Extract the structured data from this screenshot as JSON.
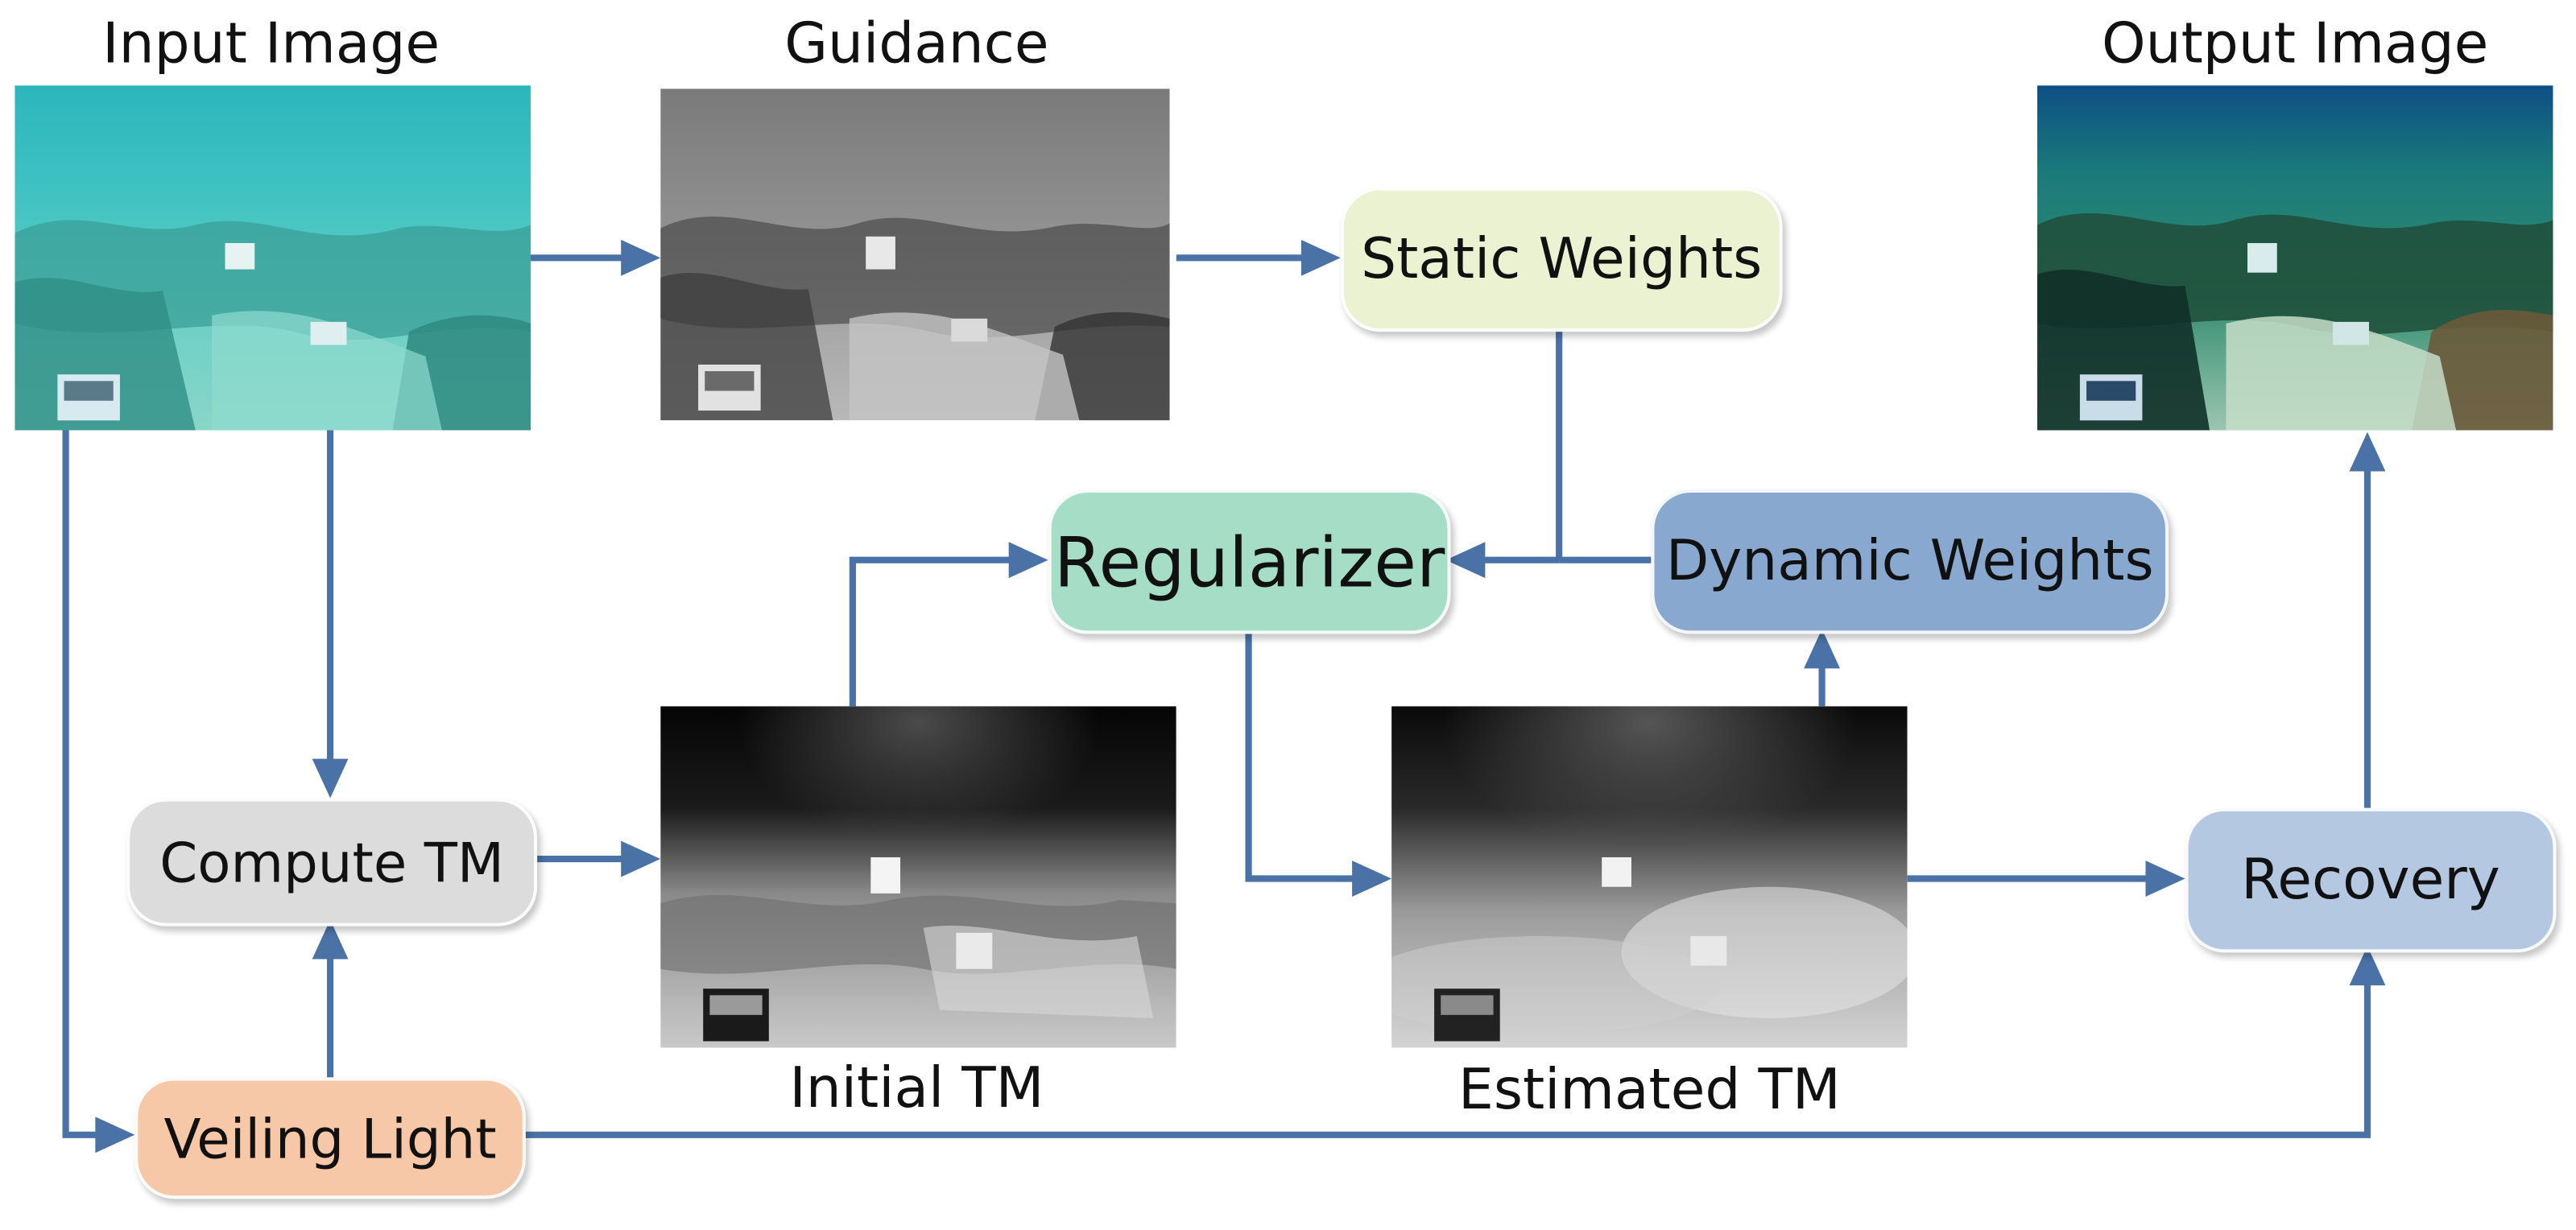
{
  "captions": {
    "input_image": "Input Image",
    "guidance": "Guidance",
    "output_image": "Output Image",
    "initial_tm": "Initial TM",
    "estimated_tm": "Estimated TM"
  },
  "nodes": {
    "static_weights": "Static Weights",
    "regularizer": "Regularizer",
    "dynamic_weights": "Dynamic Weights",
    "compute_tm": "Compute TM",
    "recovery": "Recovery",
    "veiling_light": "Veiling Light"
  },
  "colors": {
    "arrow": "#4a72a6",
    "static_weights": "#eaf2d2",
    "regularizer": "#a6ddc7",
    "dynamic_weights": "#88a8cf",
    "compute_tm": "#dcdcdc",
    "recovery": "#b4c8e2",
    "veiling_light": "#f6c8a8"
  }
}
